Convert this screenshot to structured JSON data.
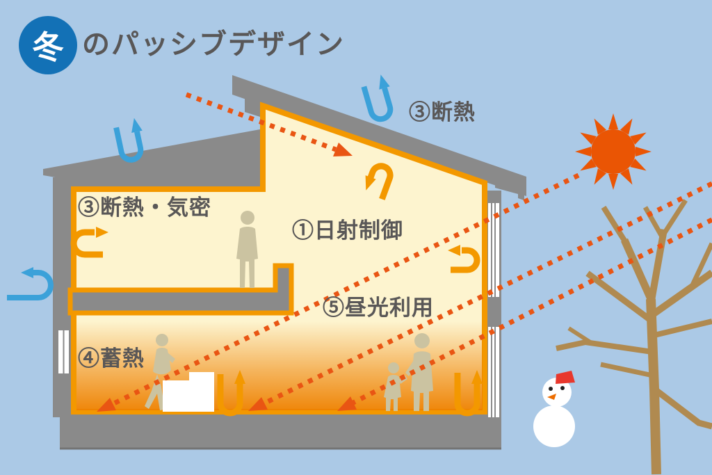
{
  "header": {
    "badge": "冬",
    "title": "のパッシブデザイン"
  },
  "labels": {
    "roof_insulation": "③断熱",
    "wall_insulation": "③断熱・気密",
    "solar_control": "①日射制御",
    "daylight": "⑤昼光利用",
    "thermal_mass": "④蓄熱"
  },
  "icons": [
    "sun-icon",
    "bare-tree-icon",
    "snowman-icon",
    "cold-air-deflect-arrow",
    "warm-air-circulation-arrow",
    "sun-ray-dotted-arrow"
  ],
  "colors": {
    "sky": "#abc9e6",
    "structure": "#8a8a8a",
    "interior": "#fdf4cf",
    "lining": "#f39800",
    "sun_ray": "#e95513",
    "cold_air": "#3ba1d9",
    "badge": "#1371b6",
    "label_text": "#595757",
    "silhouette": "#cbc3a1",
    "tree": "#b08a50",
    "snow": "#ffffff",
    "hat": "#e8382d",
    "floor_glow": "#ee8100"
  }
}
